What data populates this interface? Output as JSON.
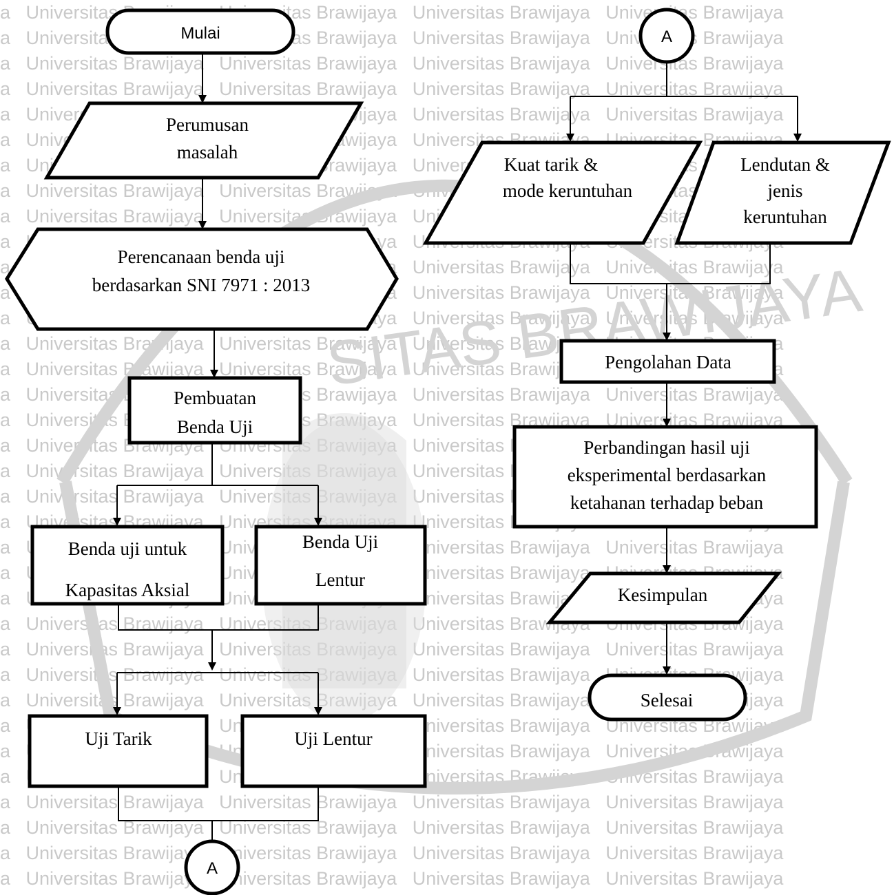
{
  "watermark": {
    "line": "a   Universitas Brawijaya   Universitas Brawijaya   Universitas Brawijaya   Universitas Brawijaya",
    "arc_text": "UNIVERSITAS BRAWIJAYA"
  },
  "flow": {
    "start": "Mulai",
    "problem": [
      "Perumusan",
      "masalah"
    ],
    "planning": [
      "Perencanaan benda uji",
      "berdasarkan SNI 7971 : 2013"
    ],
    "making": [
      "Pembuatan",
      "Benda Uji"
    ],
    "axial": [
      "Benda uji untuk",
      "Kapasitas Aksial"
    ],
    "bending_specimen": [
      "Benda Uji",
      "Lentur"
    ],
    "tensile_test": "Uji Tarik",
    "bending_test": "Uji Lentur",
    "connector_bottom": "A",
    "connector_top": "A",
    "out_tensile": [
      "Kuat tarik &",
      "mode keruntuhan"
    ],
    "out_bending": [
      "Lendutan &",
      "jenis",
      "keruntuhan"
    ],
    "processing": "Pengolahan Data",
    "comparison": [
      "Perbandingan hasil uji",
      "eksperimental berdasarkan",
      "ketahanan terhadap beban"
    ],
    "conclusion": "Kesimpulan",
    "end": "Selesai"
  }
}
